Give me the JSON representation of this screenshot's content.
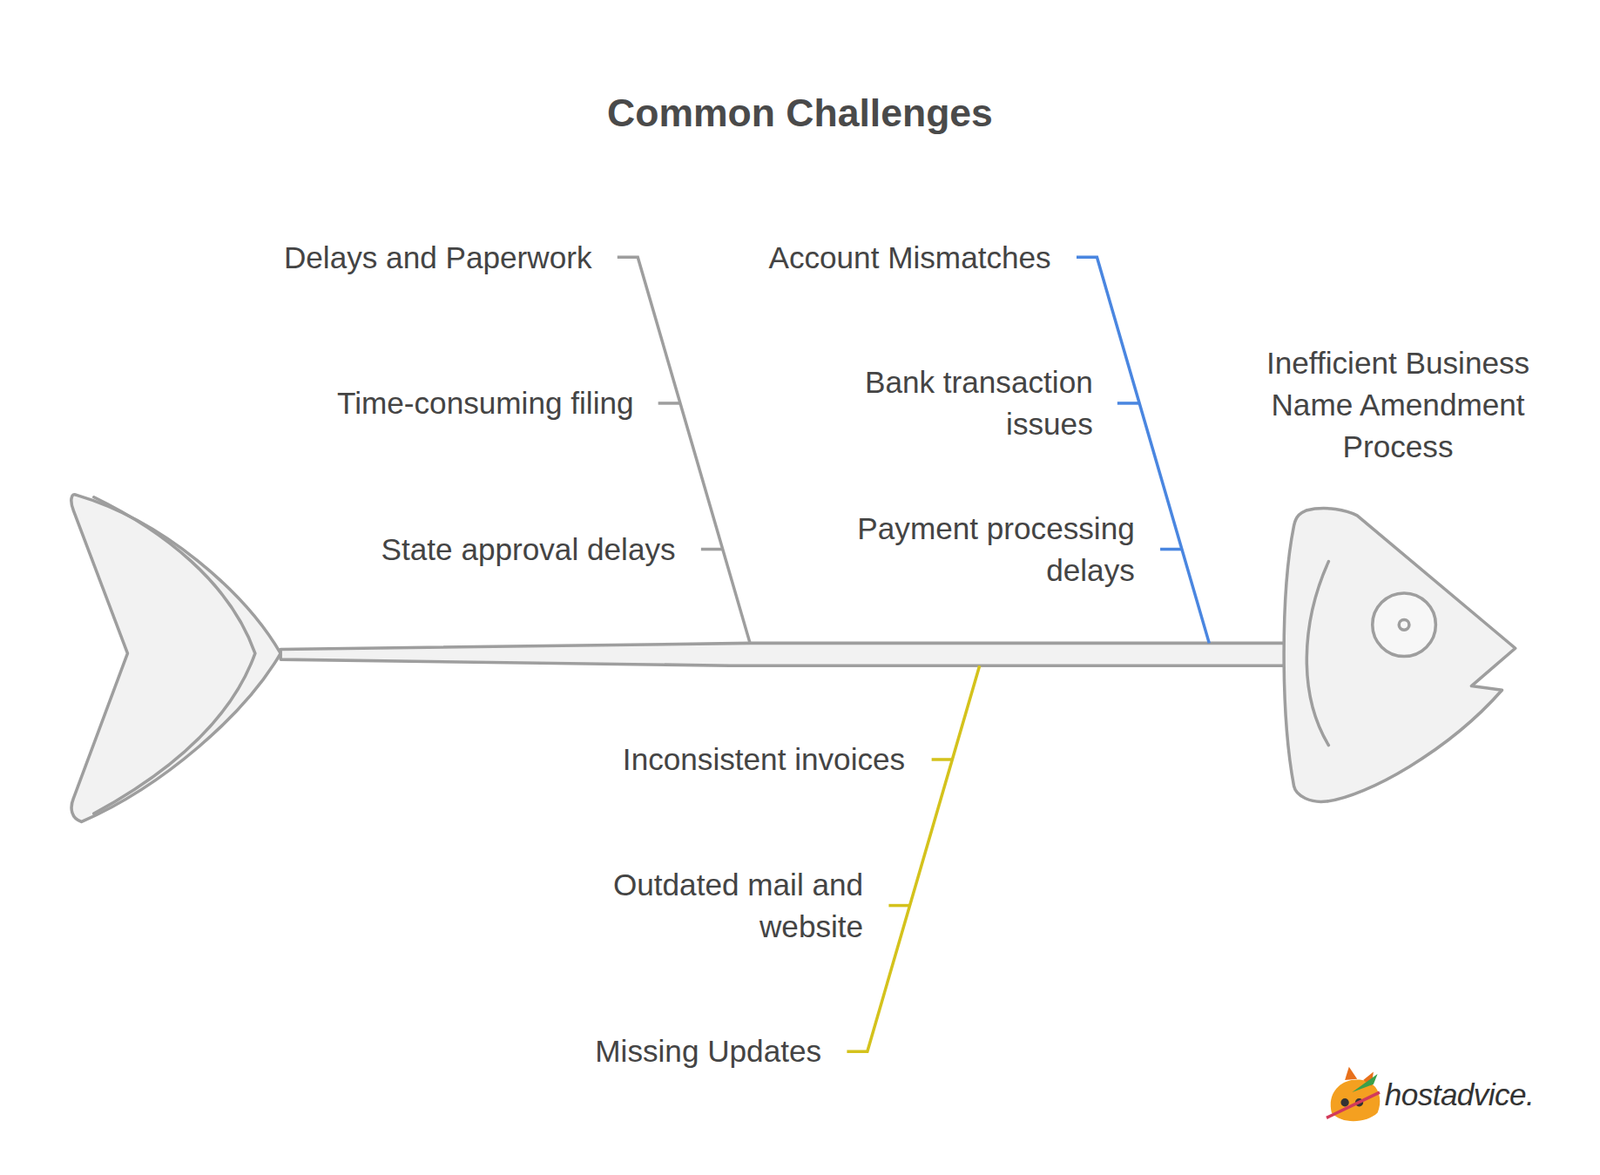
{
  "diagram": {
    "title": "Common Challenges",
    "nodes": [
      {
        "text": [
          "Inefficient Business Name Amendment Process"
        ]
      }
    ],
    "labels": [
      "Delays and Paperwork",
      "Time-consuming filing",
      "State approval delays",
      "Account Mismatches",
      "Bank transaction issues",
      "Payment processing delays",
      "Inconsistent invoices",
      "Outdated mail and website",
      "Missing Updates",
      "hostadvice."
    ]
  }
}
